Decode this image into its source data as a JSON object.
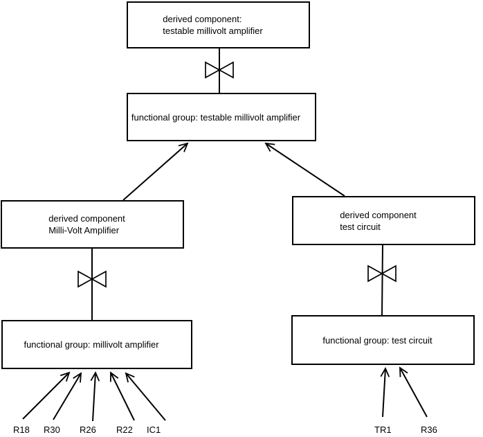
{
  "diagram": {
    "colors": {
      "line": "#000000",
      "background": "#ffffff",
      "text": "#000000"
    },
    "nodes": {
      "derived_testable_amplifier": {
        "label": "derived component:\n testable millivolt amplifier"
      },
      "fg_testable_amplifier": {
        "label": "functional group: testable millivolt amplifier"
      },
      "derived_millivolt_amplifier": {
        "label": "derived component\nMilli-Volt Amplifier"
      },
      "derived_test_circuit": {
        "label": "derived component\ntest circuit"
      },
      "fg_millivolt_amplifier": {
        "label": "functional group: millivolt amplifier"
      },
      "fg_test_circuit": {
        "label": "functional group: test circuit"
      }
    },
    "components": {
      "left": [
        "R18",
        "R30",
        "R26",
        "R22",
        "IC1"
      ],
      "right": [
        "TR1",
        "R36"
      ]
    },
    "icons": {
      "bowtie": "bowtie-refinement-symbol",
      "arrowhead": "open-arrowhead"
    }
  }
}
